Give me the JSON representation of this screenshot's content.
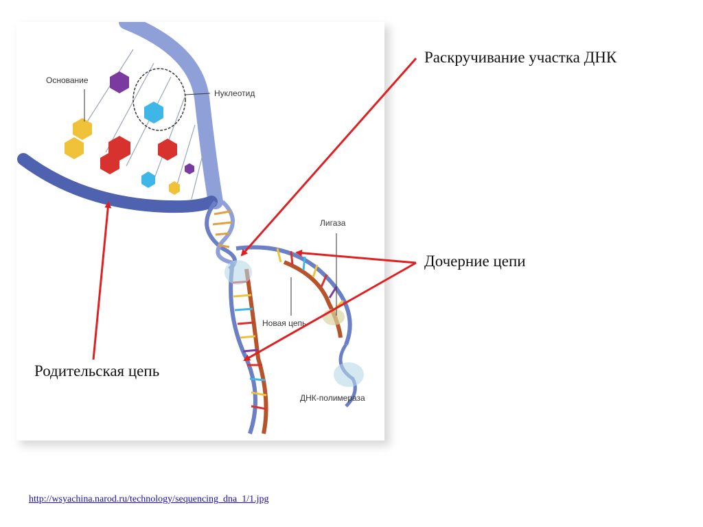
{
  "slide": {
    "labels": {
      "unwinding": "Раскручивание участка ДНК",
      "daughter_strands": "Дочерние цепи",
      "parent_strand": "Родительская цепь"
    },
    "source_link": "http://wsyachina.narod.ru/technology/sequencing_dna_1/1.jpg"
  },
  "figure": {
    "labels": {
      "base": "Основание",
      "nucleotide": "Нуклеотид",
      "ligase": "Лигаза",
      "new_strand": "Новая цепь",
      "polymerase": "ДНК-полимераза"
    }
  },
  "colors": {
    "arrow": "#e02020",
    "backbone": "#6a7fc4",
    "purple": "#7a3aa0",
    "yellow": "#f0c23a",
    "red": "#d8322e",
    "cyan": "#3fb6e8",
    "new_strand": "#b5532a"
  }
}
